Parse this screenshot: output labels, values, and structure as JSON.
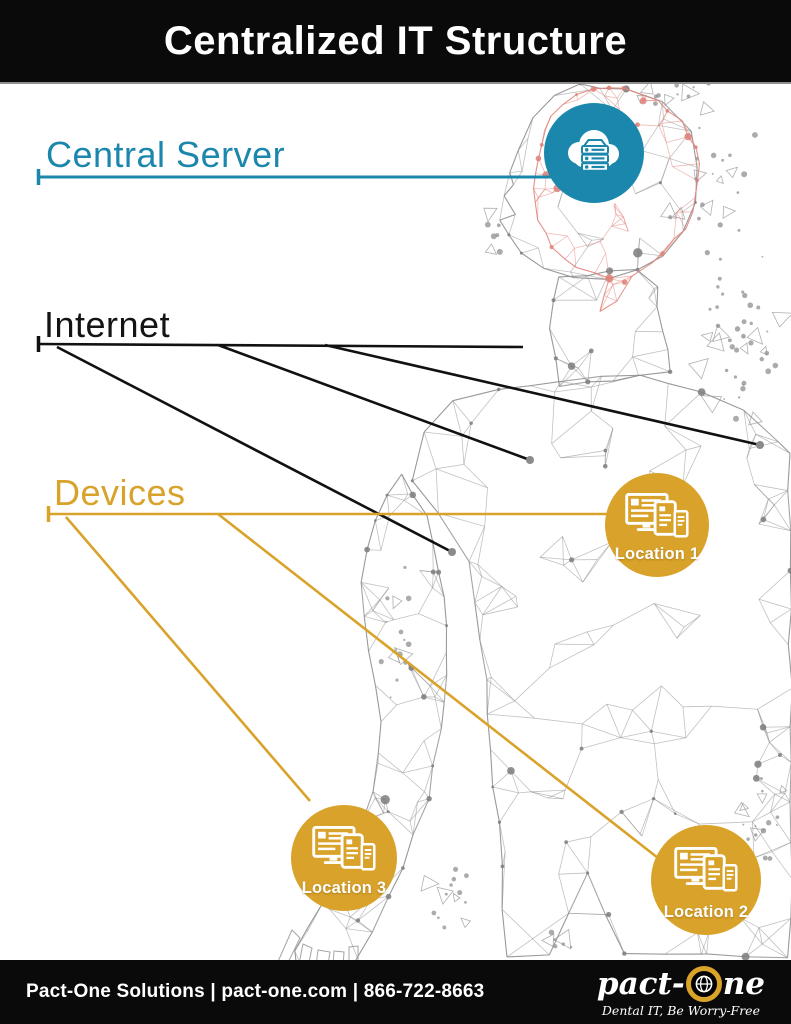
{
  "header": {
    "title": "Centralized IT Structure"
  },
  "diagram": {
    "central_server_label": "Central Server",
    "internet_label": "Internet",
    "devices_label": "Devices",
    "locations": [
      {
        "label": "Location 1"
      },
      {
        "label": "Location 2"
      },
      {
        "label": "Location 3"
      }
    ]
  },
  "footer": {
    "contact": "Pact-One Solutions | pact-one.com | 866-722-8663",
    "logo": {
      "pact": "pact-",
      "one": "ne",
      "tagline": "Dental IT, Be Worry-Free"
    }
  },
  "colors": {
    "teal": "#1b87ac",
    "gold": "#d9a32b",
    "ink": "#0a0a0a",
    "wire": "#8f8f8f",
    "brain": "#e2857c"
  }
}
